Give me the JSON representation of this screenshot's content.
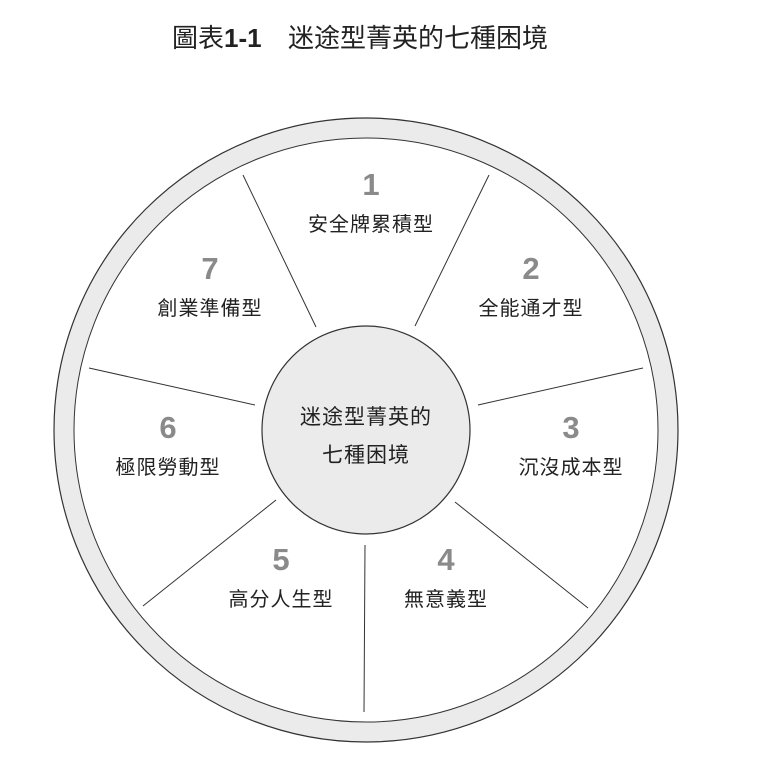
{
  "title": {
    "prefix_text": "圖表",
    "prefix_number": "1-1",
    "main": "迷途型菁英的七種困境"
  },
  "center": {
    "line1": "迷途型菁英的",
    "line2": "七種困境"
  },
  "segments": [
    {
      "number": "1",
      "label": "安全牌累積型"
    },
    {
      "number": "2",
      "label": "全能通才型"
    },
    {
      "number": "3",
      "label": "沉沒成本型"
    },
    {
      "number": "4",
      "label": "無意義型"
    },
    {
      "number": "5",
      "label": "高分人生型"
    },
    {
      "number": "6",
      "label": "極限勞動型"
    },
    {
      "number": "7",
      "label": "創業準備型"
    }
  ],
  "colors": {
    "ring_fill": "#ebebeb",
    "center_fill": "#ebebeb",
    "number_color": "#8a8a8a",
    "stroke": "#333333"
  }
}
